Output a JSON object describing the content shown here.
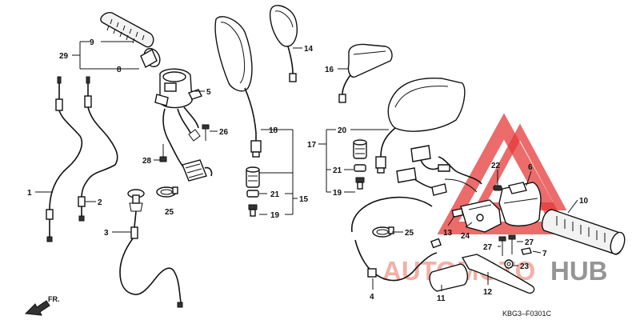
{
  "diagram_code": "KBG3–F0301C",
  "front_marker": "FR.",
  "watermark": {
    "part_a": "AUTOMOTO",
    "part_b": "HUB",
    "color_red": "#e5393a",
    "color_grey": "#8a8a8a"
  },
  "callouts": {
    "c1": "1",
    "c2": "2",
    "c3": "3",
    "c4": "4",
    "c5": "5",
    "c6": "6",
    "c7": "7",
    "c8": "8",
    "c9": "9",
    "c10": "10",
    "c11": "11",
    "c12": "12",
    "c13": "13",
    "c14": "14",
    "c15": "15",
    "c16": "16",
    "c17": "17",
    "c18": "18",
    "c19a": "19",
    "c19b": "19",
    "c20": "20",
    "c21a": "21",
    "c21b": "21",
    "c22": "22",
    "c23": "23",
    "c24": "24",
    "c25a": "25",
    "c25b": "25",
    "c26": "26",
    "c27a": "27",
    "c27b": "27",
    "c28": "28",
    "c29": "29"
  }
}
